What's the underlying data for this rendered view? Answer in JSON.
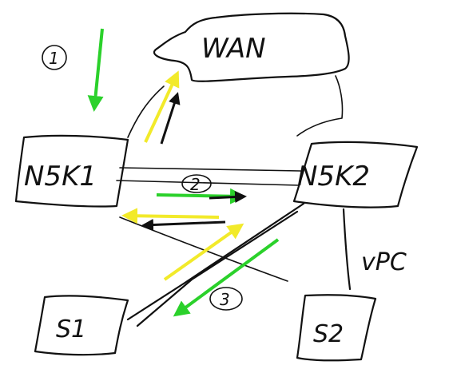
{
  "diagram": {
    "nodes": {
      "wan": "WAN",
      "n5k1": "N5K1",
      "n5k2": "N5K2",
      "s1": "S1",
      "s2": "S2"
    },
    "edge_labels": {
      "vpc": "vPC"
    },
    "step_markers": [
      "1",
      "2",
      "3"
    ],
    "arrow_colors": {
      "green": "#2bd12b",
      "yellow": "#f2ea2a",
      "black": "#111111"
    }
  }
}
